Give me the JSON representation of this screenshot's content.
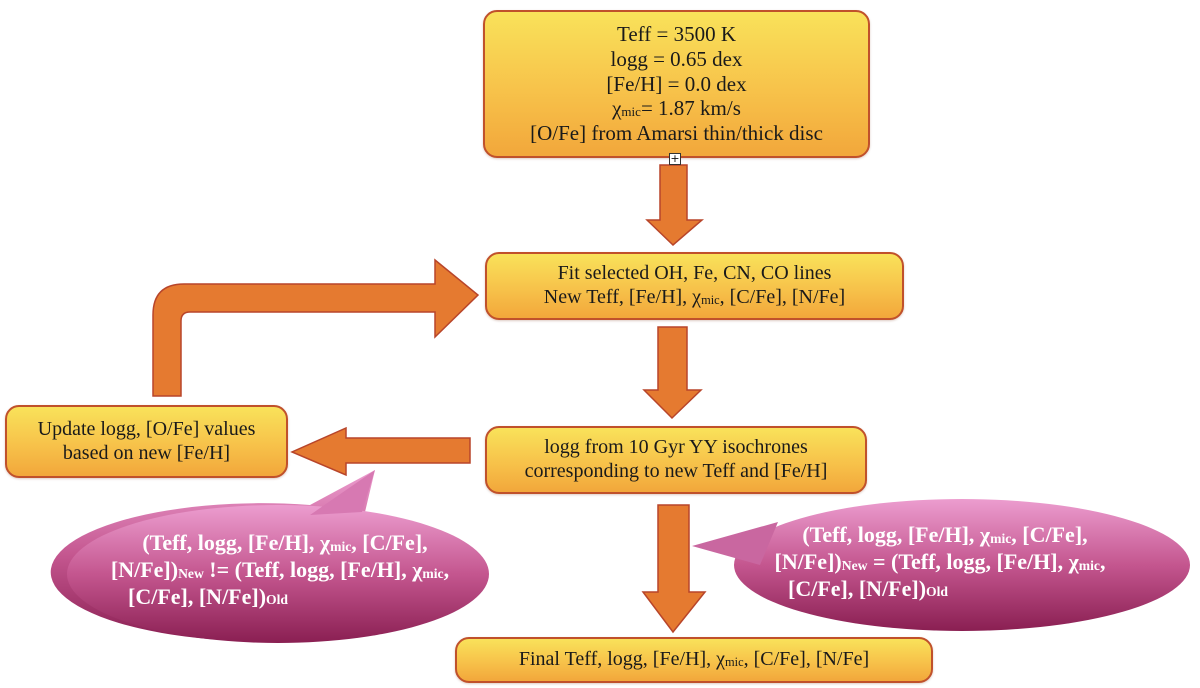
{
  "diagram": {
    "title": "Iterative stellar parameter determination flowchart",
    "colors": {
      "box_fill_top": "#f9e25a",
      "box_fill_bottom": "#f2a73b",
      "box_border": "#c0512b",
      "arrow_fill": "#e57a30",
      "arrow_border": "#b8452a",
      "callout_top": "#e89acb",
      "callout_bottom": "#8a1f52",
      "callout_text": "#ffffff"
    },
    "nodes": {
      "initial": {
        "lines": [
          {
            "pre": "Teff = 3500 K",
            "sub": "",
            "post": ""
          },
          {
            "pre": "logg = 0.65 dex",
            "sub": "",
            "post": ""
          },
          {
            "pre": "[Fe/H] = 0.0 dex",
            "sub": "",
            "post": ""
          },
          {
            "pre": "χ",
            "sub": "mic",
            "post": "= 1.87 km/s"
          },
          {
            "pre": "[O/Fe] from Amarsi thin/thick disc",
            "sub": "",
            "post": ""
          }
        ]
      },
      "fit": {
        "lines": [
          {
            "pre": "Fit selected OH, Fe, CN, CO lines",
            "sub": "",
            "post": ""
          },
          {
            "pre": "New Teff, [Fe/H], χ",
            "sub": "mic",
            "post": ", [C/Fe], [N/Fe]"
          }
        ]
      },
      "isochrone": {
        "lines": [
          {
            "pre": "logg from 10 Gyr YY isochrones",
            "sub": "",
            "post": ""
          },
          {
            "pre": "corresponding to new Teff and [Fe/H]",
            "sub": "",
            "post": ""
          }
        ]
      },
      "update": {
        "lines": [
          {
            "pre": "Update logg, [O/Fe] values",
            "sub": "",
            "post": ""
          },
          {
            "pre": "based on new [Fe/H]",
            "sub": "",
            "post": ""
          }
        ]
      },
      "final": {
        "lines": [
          {
            "pre": "Final Teff, logg, [Fe/H], χ",
            "sub": "mic",
            "post": ", [C/Fe], [N/Fe]"
          }
        ]
      }
    },
    "callouts": {
      "not_converged": {
        "lines": [
          {
            "pre": "(Teff, logg, [Fe/H], χ",
            "sub": "mic",
            "post": ", [C/Fe],"
          },
          {
            "pre": "[N/Fe])",
            "sub": "New",
            "post": " != (Teff, logg, [Fe/H], χ",
            "sub2": "mic",
            "post2": ","
          },
          {
            "pre": "[C/Fe], [N/Fe])",
            "sub": "Old",
            "post": ""
          }
        ]
      },
      "converged": {
        "lines": [
          {
            "pre": "(Teff, logg, [Fe/H], χ",
            "sub": "mic",
            "post": ", [C/Fe],"
          },
          {
            "pre": "[N/Fe])",
            "sub": "New",
            "post": " = (Teff, logg, [Fe/H], χ",
            "sub2": "mic",
            "post2": ","
          },
          {
            "pre": "[C/Fe], [N/Fe])",
            "sub": "Old",
            "post": ""
          }
        ]
      }
    },
    "edges": [
      {
        "from": "initial",
        "to": "fit",
        "direction": "down"
      },
      {
        "from": "fit",
        "to": "isochrone",
        "direction": "down"
      },
      {
        "from": "isochrone",
        "to": "update",
        "direction": "left"
      },
      {
        "from": "update",
        "to": "fit",
        "direction": "up-right"
      },
      {
        "from": "isochrone",
        "to": "final",
        "direction": "down"
      }
    ],
    "expand_handle_icon": "plus-box-icon"
  }
}
